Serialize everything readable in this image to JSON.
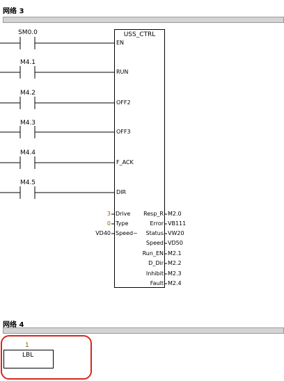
{
  "network3": {
    "title": "网络 3",
    "block": {
      "name": "USS_CTRL",
      "bool_inputs": [
        "EN",
        "RUN",
        "OFF2",
        "OFF3",
        "F_ACK",
        "DIR"
      ],
      "params_in": [
        {
          "value": "3",
          "pin": "Drive"
        },
        {
          "value": "0",
          "pin": "Type"
        },
        {
          "value": "VD40",
          "pin": "Speed~"
        }
      ],
      "outputs": [
        {
          "pin": "Resp_R",
          "value": "M2.0"
        },
        {
          "pin": "Error",
          "value": "VB111"
        },
        {
          "pin": "Status",
          "value": "VW20"
        },
        {
          "pin": "Speed",
          "value": "VD50"
        },
        {
          "pin": "Run_EN",
          "value": "M2.1"
        },
        {
          "pin": "D_Dir",
          "value": "M2.2"
        },
        {
          "pin": "Inhibit",
          "value": "M2.3"
        },
        {
          "pin": "Fault",
          "value": "M2.4"
        }
      ]
    },
    "contacts": [
      "SM0.0",
      "M4.1",
      "M4.2",
      "M4.3",
      "M4.4",
      "M4.5"
    ]
  },
  "network4": {
    "title": "网络 4",
    "label_number": "1",
    "instruction": "LBL"
  },
  "colors": {
    "highlight": "#d6261d",
    "comment_bar": "#d4d4d4",
    "param_value": "#8a5a00"
  }
}
